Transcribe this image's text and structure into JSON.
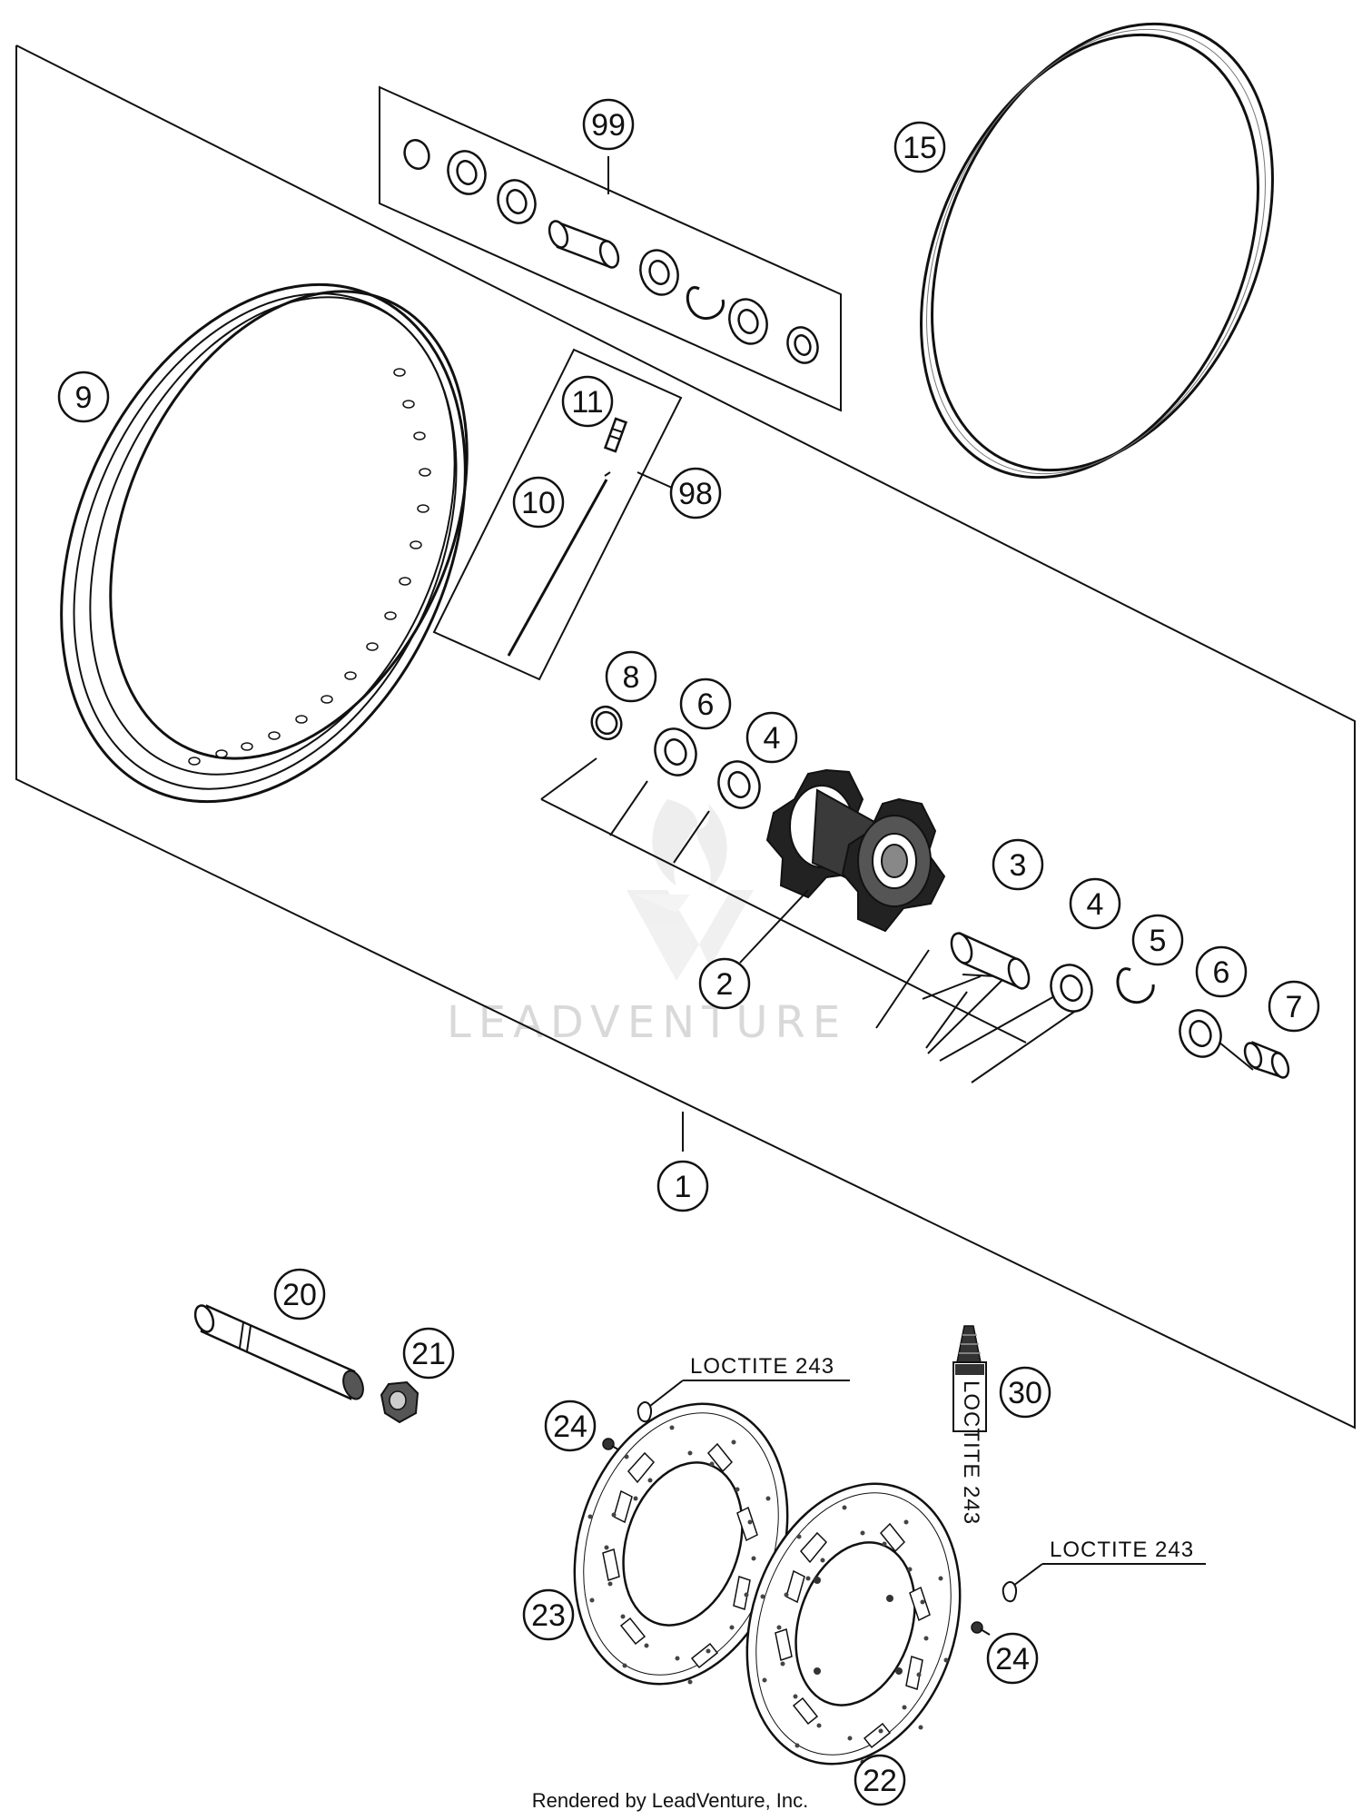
{
  "callouts": [
    {
      "id": "c99",
      "label": "99"
    },
    {
      "id": "c15",
      "label": "15"
    },
    {
      "id": "c9",
      "label": "9"
    },
    {
      "id": "c11",
      "label": "11"
    },
    {
      "id": "c10",
      "label": "10"
    },
    {
      "id": "c98",
      "label": "98"
    },
    {
      "id": "c8",
      "label": "8"
    },
    {
      "id": "c6a",
      "label": "6"
    },
    {
      "id": "c4a",
      "label": "4"
    },
    {
      "id": "c3",
      "label": "3"
    },
    {
      "id": "c4b",
      "label": "4"
    },
    {
      "id": "c5",
      "label": "5"
    },
    {
      "id": "c6b",
      "label": "6"
    },
    {
      "id": "c7",
      "label": "7"
    },
    {
      "id": "c2",
      "label": "2"
    },
    {
      "id": "c1",
      "label": "1"
    },
    {
      "id": "c20",
      "label": "20"
    },
    {
      "id": "c21",
      "label": "21"
    },
    {
      "id": "c24a",
      "label": "24"
    },
    {
      "id": "c30",
      "label": "30"
    },
    {
      "id": "c23",
      "label": "23"
    },
    {
      "id": "c24b",
      "label": "24"
    },
    {
      "id": "c22",
      "label": "22"
    }
  ],
  "notes": {
    "loctite_1": "LOCTITE 243",
    "loctite_2": "LOCTITE 243",
    "bottle_label": "LOCTITE 243"
  },
  "watermark": "LEADVENTURE",
  "footer": "Rendered by LeadVenture, Inc."
}
